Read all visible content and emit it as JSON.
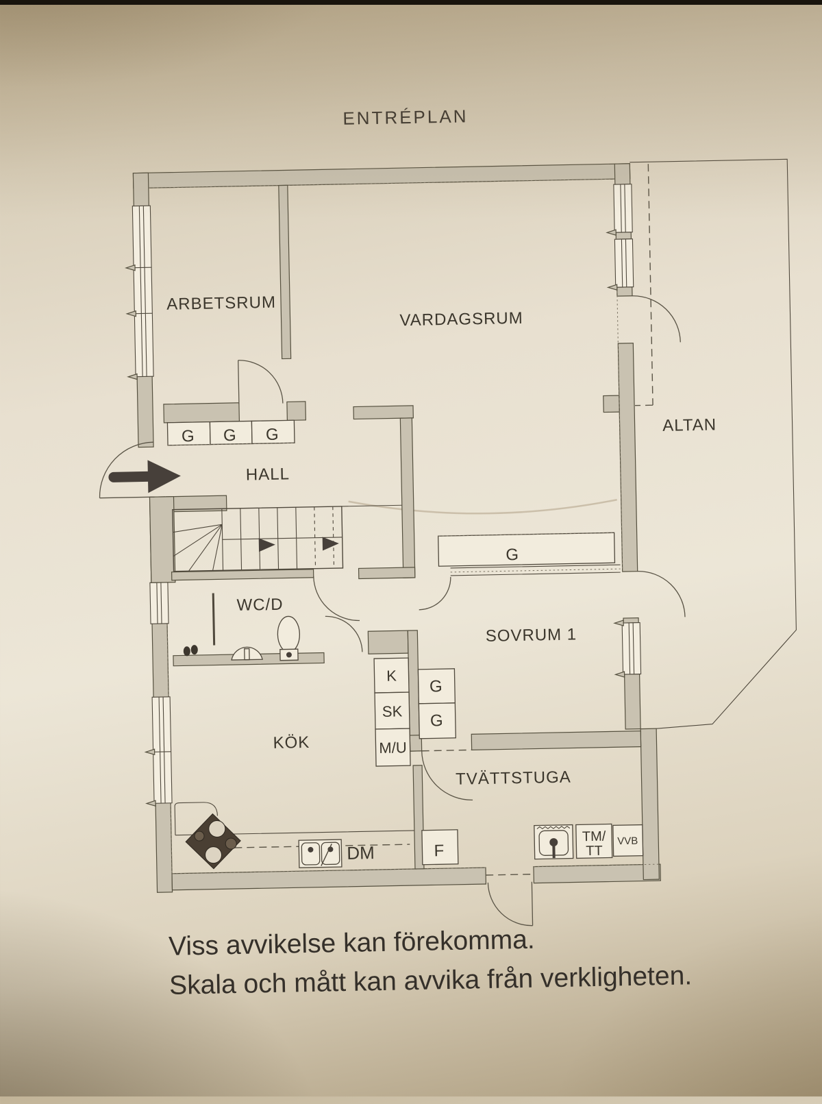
{
  "title": "ENTRÉPLAN",
  "rooms": {
    "arbetsrum": "ARBETSRUM",
    "vardagsrum": "VARDAGSRUM",
    "altan": "ALTAN",
    "hall": "HALL",
    "wcd": "WC/D",
    "sovrum1": "SOVRUM 1",
    "kok": "KÖK",
    "tvattstuga": "TVÄTTSTUGA"
  },
  "storage": {
    "hall_closets": [
      "G",
      "G",
      "G"
    ],
    "vardagsrum_wardrobe": "G",
    "sovrum_closets": [
      "G",
      "G"
    ],
    "corridor_cabinets": [
      "K",
      "SK",
      "M/U"
    ]
  },
  "appliances": {
    "dishwasher": "DM",
    "freezer": "F",
    "washer_dryer_line1": "TM/",
    "washer_dryer_line2": "TT",
    "water_heater": "VVB"
  },
  "disclaimer": {
    "line1": "Viss avvikelse kan förekomma.",
    "line2": "Skala och mått kan avvika från verkligheten."
  },
  "colors": {
    "paper": "#ece6d7",
    "wall_fill": "#c9c2b1",
    "line": "#4f483c",
    "arrow_dark": "#47403a",
    "photo_edge": "#19140d"
  }
}
